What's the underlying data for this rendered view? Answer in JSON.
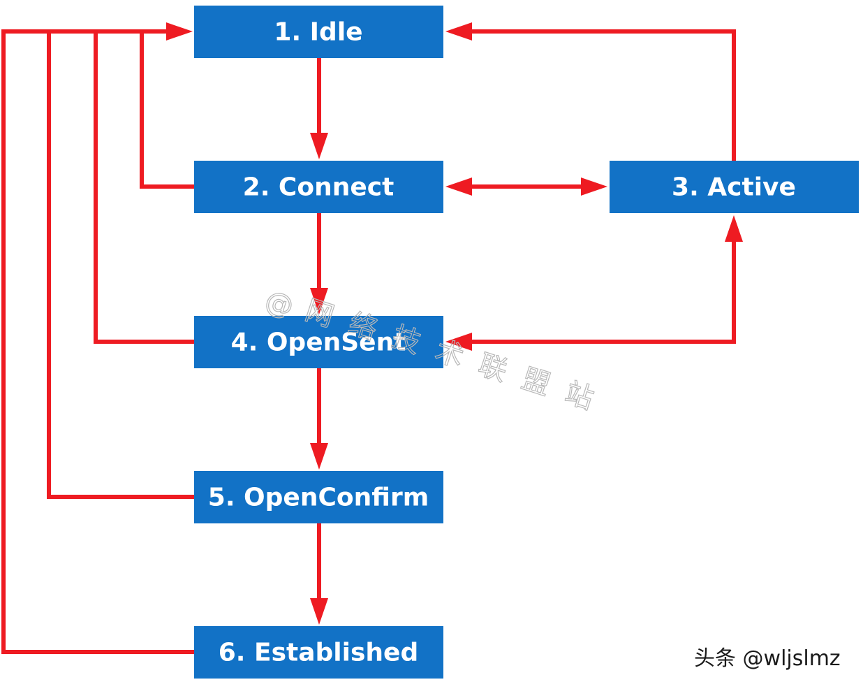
{
  "diagram": {
    "states": [
      {
        "id": "idle",
        "label": "1. Idle"
      },
      {
        "id": "connect",
        "label": "2. Connect"
      },
      {
        "id": "active",
        "label": "3. Active"
      },
      {
        "id": "opensent",
        "label": "4. OpenSent"
      },
      {
        "id": "openconfirm",
        "label": "5. OpenConfirm"
      },
      {
        "id": "established",
        "label": "6. Established"
      }
    ],
    "transitions": [
      {
        "from": "idle",
        "to": "connect"
      },
      {
        "from": "connect",
        "to": "opensent"
      },
      {
        "from": "opensent",
        "to": "openconfirm"
      },
      {
        "from": "openconfirm",
        "to": "established"
      },
      {
        "from": "connect",
        "to": "active",
        "bidirectional": true
      },
      {
        "from": "active",
        "to": "idle"
      },
      {
        "from": "active",
        "to": "opensent",
        "bidirectional": true
      },
      {
        "from": "connect",
        "to": "idle"
      },
      {
        "from": "opensent",
        "to": "idle"
      },
      {
        "from": "openconfirm",
        "to": "idle"
      },
      {
        "from": "established",
        "to": "idle"
      }
    ],
    "colors": {
      "box": "#1272c6",
      "box_text": "#ffffff",
      "arrow": "#ee1b22",
      "watermark": "#b8b8b8"
    }
  },
  "watermark": {
    "at": "@",
    "chars": [
      "网",
      "络",
      "技",
      "术",
      "联",
      "盟",
      "站"
    ]
  },
  "credit": {
    "text": "头条 @wljslmz"
  }
}
